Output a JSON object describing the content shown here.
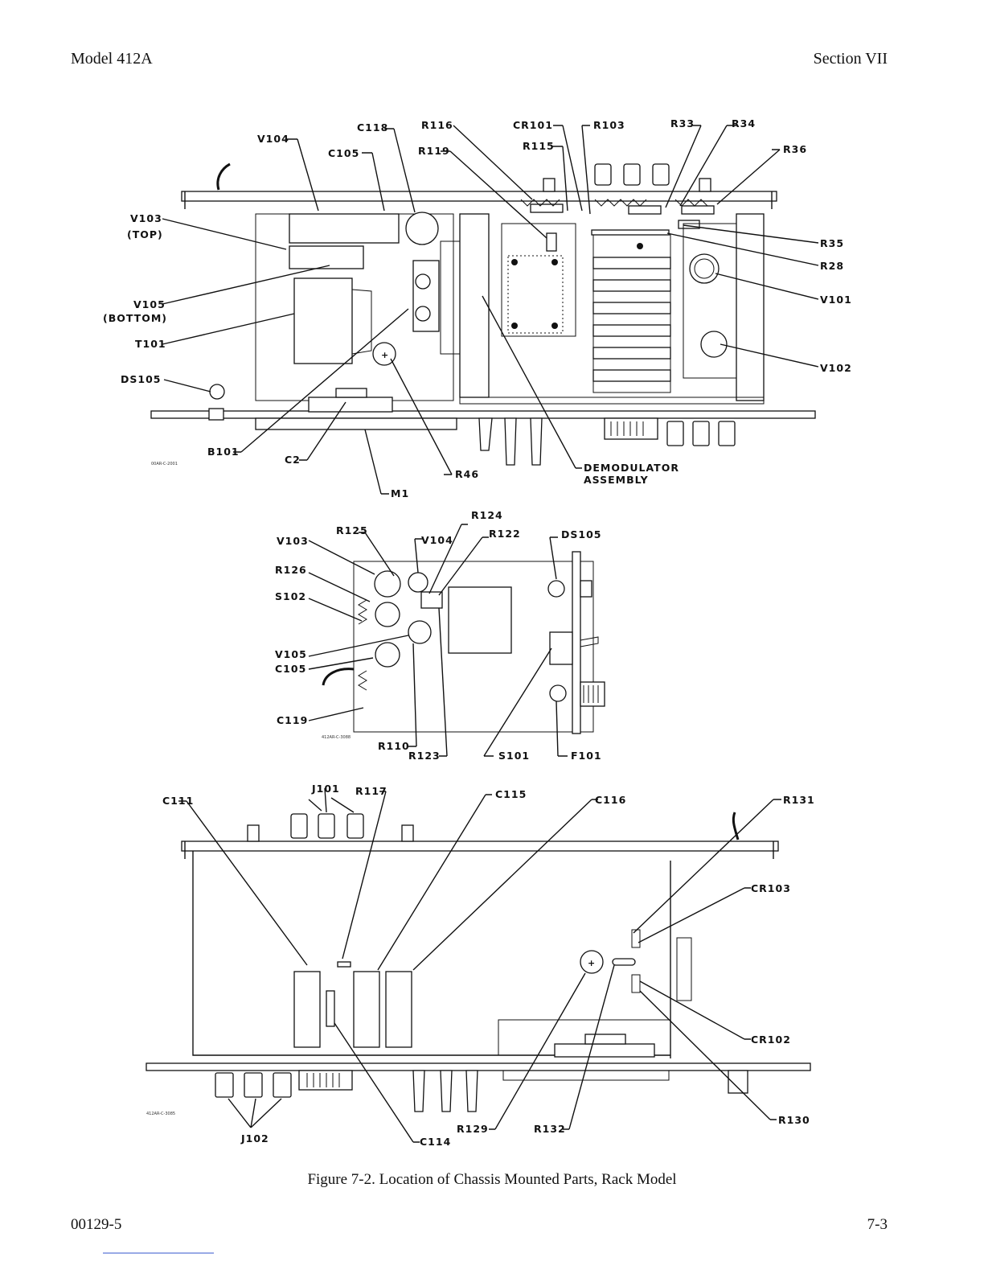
{
  "header": {
    "left": "Model 412A",
    "right": "Section VII"
  },
  "footer": {
    "left": "00129-5",
    "right": "7-3"
  },
  "caption": "Figure 7-2.  Location of Chassis Mounted Parts, Rack Model",
  "drawing_numbers": {
    "top": "00AR-C-2001",
    "middle": "412AR-C-3088",
    "bottom": "412AR-C-3085"
  },
  "top_view": {
    "labels": {
      "v104": "V104",
      "c118": "C118",
      "c105": "C105",
      "r116": "R116",
      "r119": "R119",
      "cr101": "CR101",
      "r115": "R115",
      "r103": "R103",
      "r33": "R33",
      "r34": "R34",
      "r36": "R36",
      "v103": "V103",
      "v103_note": "(TOP)",
      "v105": "V105",
      "v105_note": "(BOTTOM)",
      "t101": "T101",
      "ds105": "DS105",
      "b101": "B101",
      "c2": "C2",
      "m1": "M1",
      "r46": "R46",
      "demod1": "DEMODULATOR",
      "demod2": "ASSEMBLY",
      "r35": "R35",
      "r28": "R28",
      "v101": "V101",
      "v102": "V102"
    }
  },
  "middle_view": {
    "labels": {
      "r124": "R124",
      "r125": "R125",
      "v104": "V104",
      "r122": "R122",
      "ds105": "DS105",
      "v103": "V103",
      "r126": "R126",
      "s102": "S102",
      "v105": "V105",
      "c105": "C105",
      "c119": "C119",
      "r110": "R110",
      "r123": "R123",
      "s101": "S101",
      "f101": "F101"
    }
  },
  "bottom_view": {
    "labels": {
      "c111": "C111",
      "j101": "J101",
      "r117": "R117",
      "c115": "C115",
      "c116": "C116",
      "r131": "R131",
      "cr103": "CR103",
      "cr102": "CR102",
      "j102": "J102",
      "c114": "C114",
      "r129": "R129",
      "r132": "R132",
      "r130": "R130"
    }
  }
}
